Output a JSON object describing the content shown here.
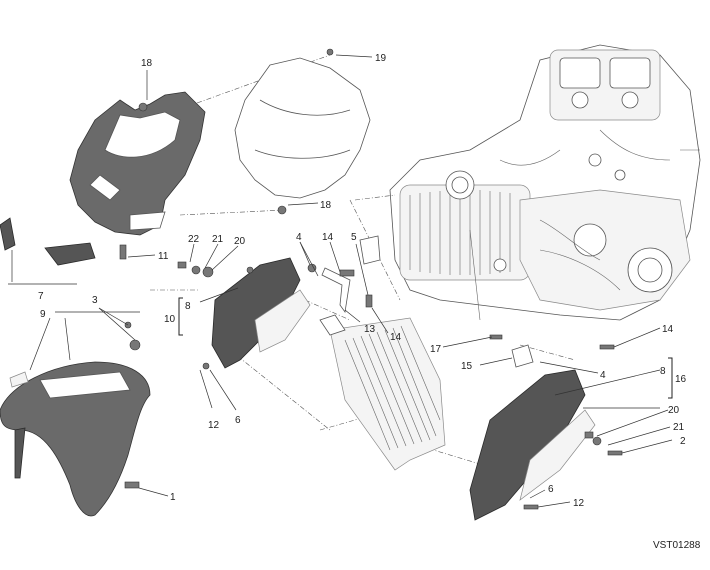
{
  "diagram_code": "VST01288",
  "callouts": {
    "c1": "1",
    "c2": "2",
    "c3": "3",
    "c4a": "4",
    "c4b": "4",
    "c5": "5",
    "c6a": "6",
    "c6b": "6",
    "c7": "7",
    "c8a": "8",
    "c8b": "8",
    "c9": "9",
    "c10": "10",
    "c11": "11",
    "c12a": "12",
    "c12b": "12",
    "c13": "13",
    "c14a": "14",
    "c14b": "14",
    "c14c": "14",
    "c15": "15",
    "c16": "16",
    "c17": "17",
    "c18a": "18",
    "c18b": "18",
    "c19": "19",
    "c20a": "20",
    "c20b": "20",
    "c21a": "21",
    "c21b": "21",
    "c22": "22"
  }
}
